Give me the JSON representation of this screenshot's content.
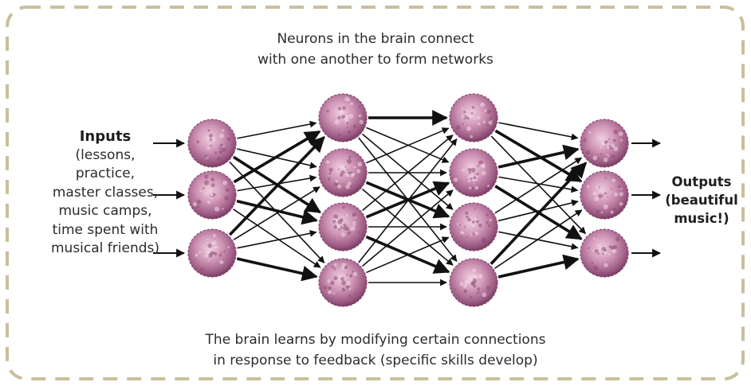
{
  "top_caption": [
    "Neurons in the brain connect",
    "with one another to form networks"
  ],
  "bottom_caption": [
    "The brain learns by modifying certain connections",
    "in response to feedback (specific skills develop)"
  ],
  "inputs": {
    "title": "Inputs",
    "lines": [
      "(lessons,",
      "practice,",
      "master classes,",
      "music camps,",
      "time spent with",
      "musical friends)"
    ]
  },
  "outputs": {
    "lines": [
      "Outputs",
      "(beautiful",
      "music!)"
    ]
  },
  "colors": {
    "frame_dash": "#c8c09c",
    "neuron_body": "#c98fb0",
    "neuron_dark": "#8a4a72",
    "arrow": "#111111"
  },
  "network": {
    "layers": [
      3,
      4,
      4,
      3
    ],
    "connections": [
      [
        [
          0,
          0,
          "thin"
        ],
        [
          0,
          1,
          "thin"
        ],
        [
          0,
          2,
          "thick"
        ],
        [
          0,
          3,
          "thin"
        ],
        [
          1,
          0,
          "thick"
        ],
        [
          1,
          1,
          "thin"
        ],
        [
          1,
          2,
          "thick"
        ],
        [
          1,
          3,
          "thin"
        ],
        [
          2,
          0,
          "thick"
        ],
        [
          2,
          1,
          "thin"
        ],
        [
          2,
          2,
          "thin"
        ],
        [
          2,
          3,
          "thick"
        ]
      ],
      [
        [
          0,
          0,
          "thick"
        ],
        [
          0,
          1,
          "thin"
        ],
        [
          0,
          2,
          "thin"
        ],
        [
          0,
          3,
          "thin"
        ],
        [
          1,
          0,
          "thin"
        ],
        [
          1,
          1,
          "thin"
        ],
        [
          1,
          2,
          "thick"
        ],
        [
          1,
          3,
          "thin"
        ],
        [
          2,
          0,
          "thin"
        ],
        [
          2,
          1,
          "thick"
        ],
        [
          2,
          2,
          "thin"
        ],
        [
          2,
          3,
          "thick"
        ],
        [
          3,
          0,
          "thin"
        ],
        [
          3,
          1,
          "thin"
        ],
        [
          3,
          2,
          "thin"
        ],
        [
          3,
          3,
          "thin"
        ]
      ],
      [
        [
          0,
          0,
          "thin"
        ],
        [
          0,
          1,
          "thick"
        ],
        [
          0,
          2,
          "thin"
        ],
        [
          1,
          0,
          "thick"
        ],
        [
          1,
          1,
          "thin"
        ],
        [
          1,
          2,
          "thick"
        ],
        [
          2,
          0,
          "thin"
        ],
        [
          2,
          1,
          "thin"
        ],
        [
          2,
          2,
          "thin"
        ],
        [
          3,
          0,
          "thick"
        ],
        [
          3,
          1,
          "thin"
        ],
        [
          3,
          2,
          "thick"
        ]
      ]
    ]
  }
}
